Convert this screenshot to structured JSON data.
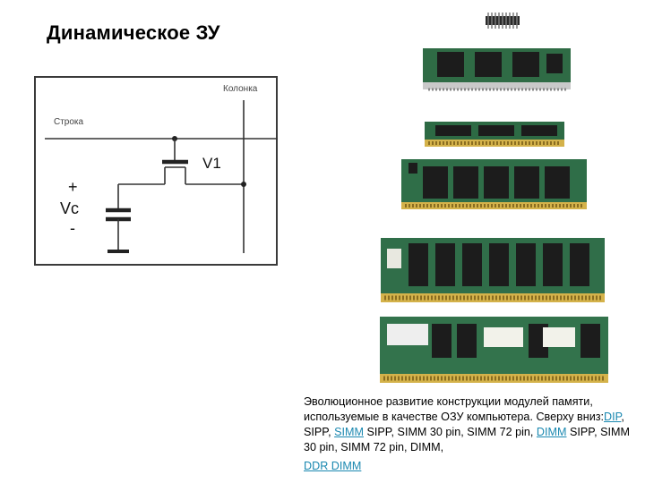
{
  "page": {
    "title": "Динамическое ЗУ"
  },
  "schematic": {
    "column_label": "Колонка",
    "row_label": "Строка",
    "transistor_label": "V1",
    "plus_label": "+",
    "source_label": "Vc",
    "minus_label": "-"
  },
  "modules": [
    {
      "name": "DIP",
      "pcb_color": "#2f6b45"
    },
    {
      "name": "SIPP",
      "pcb_color": "#2d6a44"
    },
    {
      "name": "SIMM 30 pin",
      "pcb_color": "#2f6e48"
    },
    {
      "name": "SIMM 72 pin",
      "pcb_color": "#306e49"
    },
    {
      "name": "DIMM",
      "pcb_color": "#33734c"
    },
    {
      "name": "DDR DIMM",
      "pcb_color": "#2f6d47"
    }
  ],
  "caption": {
    "line1": "Эволюционное развитие конструкции модулей памяти, используемые в качестве ОЗУ компьютера.",
    "prefix": "Сверху вниз:",
    "link1": "DIP",
    "text1": ", SIPP, ",
    "link2": "SIMM",
    "text2": " SIPP, SIMM 30 pin, SIMM 72 pin, ",
    "link3": "DIMM",
    "text3": " SIPP, SIMM 30 pin, SIMM 72 pin, DIMM,",
    "link4": "DDR DIMM"
  },
  "colors": {
    "link": "#1a88b0",
    "chip": "#1c1c1c",
    "pin_gold": "#d4b24a"
  }
}
